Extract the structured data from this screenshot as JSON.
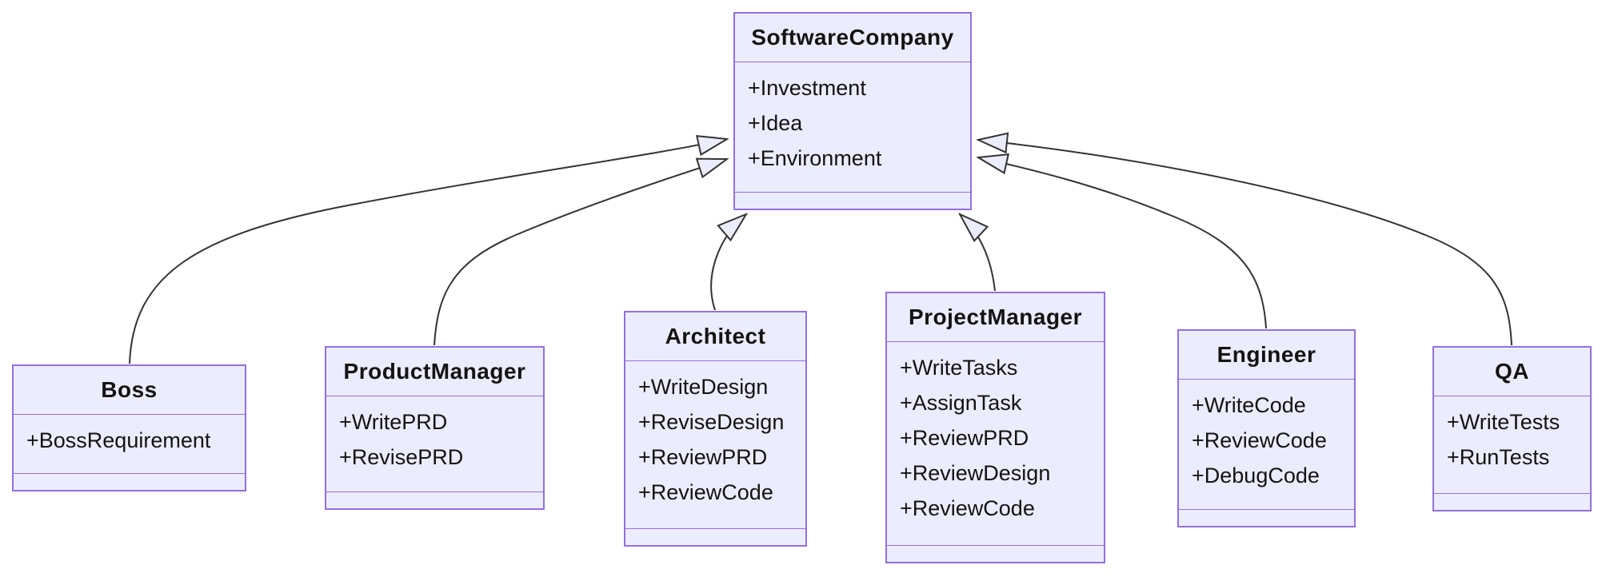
{
  "diagram": {
    "type": "uml-class-diagram",
    "classes": [
      {
        "id": "software-company",
        "name": "SoftwareCompany",
        "attributes": [
          "+Investment",
          "+Idea",
          "+Environment"
        ],
        "methods": []
      },
      {
        "id": "boss",
        "name": "Boss",
        "attributes": [
          "+BossRequirement"
        ],
        "methods": []
      },
      {
        "id": "product-manager",
        "name": "ProductManager",
        "attributes": [
          "+WritePRD",
          "+RevisePRD"
        ],
        "methods": []
      },
      {
        "id": "architect",
        "name": "Architect",
        "attributes": [
          "+WriteDesign",
          "+ReviseDesign",
          "+ReviewPRD",
          "+ReviewCode"
        ],
        "methods": []
      },
      {
        "id": "project-manager",
        "name": "ProjectManager",
        "attributes": [
          "+WriteTasks",
          "+AssignTask",
          "+ReviewPRD",
          "+ReviewDesign",
          "+ReviewCode"
        ],
        "methods": []
      },
      {
        "id": "engineer",
        "name": "Engineer",
        "attributes": [
          "+WriteCode",
          "+ReviewCode",
          "+DebugCode"
        ],
        "methods": []
      },
      {
        "id": "qa",
        "name": "QA",
        "attributes": [
          "+WriteTests",
          "+RunTests"
        ],
        "methods": []
      }
    ],
    "relations": [
      {
        "from": "Boss",
        "to": "SoftwareCompany",
        "type": "inheritance"
      },
      {
        "from": "ProductManager",
        "to": "SoftwareCompany",
        "type": "inheritance"
      },
      {
        "from": "Architect",
        "to": "SoftwareCompany",
        "type": "inheritance"
      },
      {
        "from": "ProjectManager",
        "to": "SoftwareCompany",
        "type": "inheritance"
      },
      {
        "from": "Engineer",
        "to": "SoftwareCompany",
        "type": "inheritance"
      },
      {
        "from": "QA",
        "to": "SoftwareCompany",
        "type": "inheritance"
      }
    ],
    "colors": {
      "node_fill": "#ECECFF",
      "node_border": "#9370DB",
      "edge_stroke": "#333333",
      "text": "#131313",
      "background": "#FFFFFF"
    }
  }
}
